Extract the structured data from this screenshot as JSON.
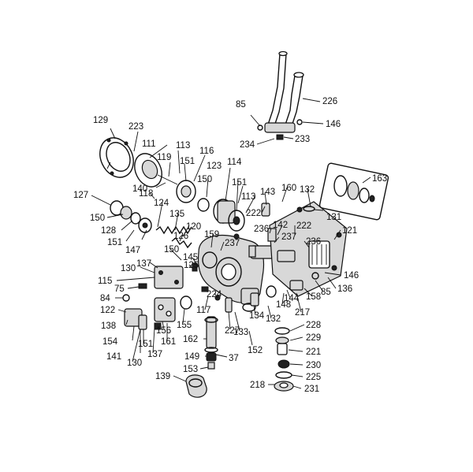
{
  "diagram": {
    "part_numbers": [
      "85",
      "226",
      "146",
      "234",
      "233",
      "129",
      "223",
      "111",
      "113",
      "116",
      "119",
      "151",
      "123",
      "114",
      "150",
      "140",
      "118",
      "127",
      "150",
      "128",
      "151",
      "147",
      "124",
      "135",
      "120",
      "126",
      "151",
      "113",
      "143",
      "160",
      "132",
      "163",
      "222",
      "131",
      "236",
      "142",
      "222",
      "121",
      "237",
      "236",
      "150",
      "145",
      "159",
      "237",
      "130",
      "137",
      "115",
      "75",
      "125",
      "146",
      "84",
      "122",
      "138",
      "154",
      "141",
      "151",
      "130",
      "137",
      "156",
      "155",
      "161",
      "117",
      "224",
      "227",
      "133",
      "134",
      "132",
      "148",
      "217",
      "144",
      "158",
      "85",
      "136",
      "162",
      "152",
      "149",
      "37",
      "153",
      "228",
      "229",
      "221",
      "230",
      "225",
      "231",
      "218",
      "139"
    ]
  }
}
